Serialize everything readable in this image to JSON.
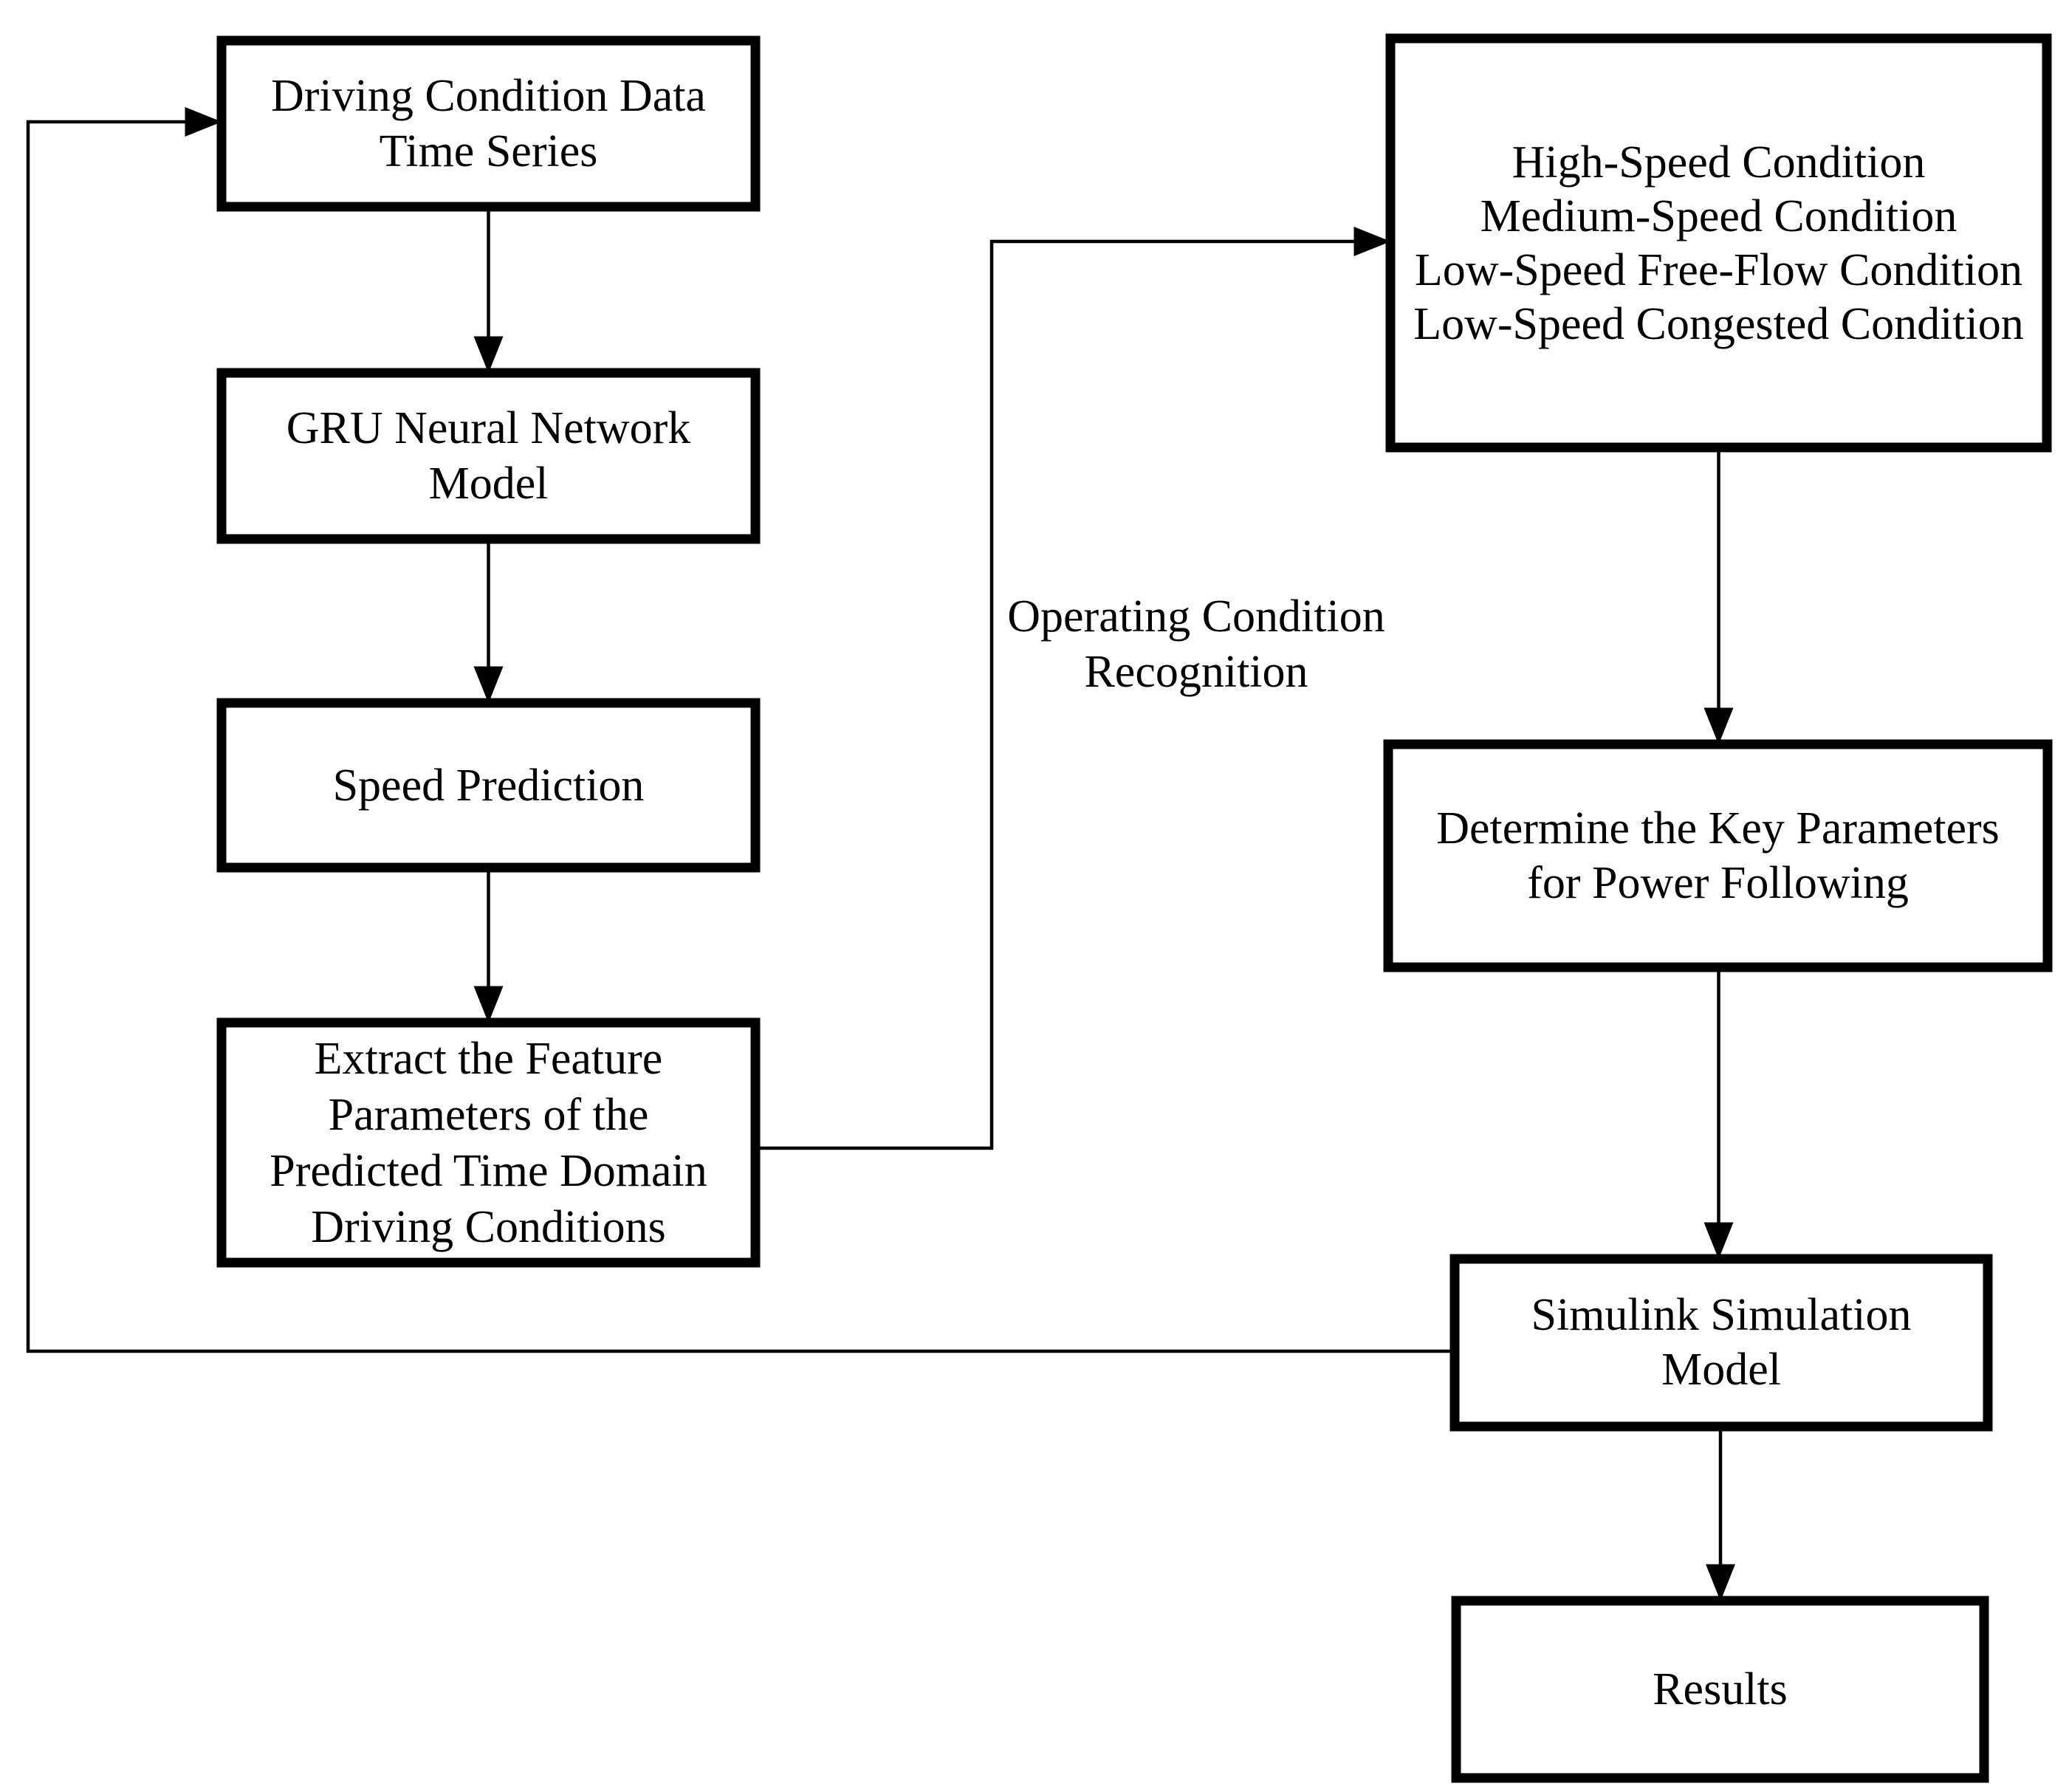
{
  "diagram": {
    "title": "Driving condition recognition and simulation flowchart",
    "colors": {
      "background": "#ffffff",
      "line": "#000000",
      "text": "#000000"
    },
    "nodes": {
      "driving_data": {
        "lines": [
          "Driving Condition Data",
          "Time Series"
        ]
      },
      "gru_model": {
        "lines": [
          "GRU Neural Network",
          "Model"
        ]
      },
      "speed_prediction": {
        "lines": [
          "Speed Prediction"
        ]
      },
      "extract_features": {
        "lines": [
          "Extract the Feature",
          "Parameters of the",
          "Predicted Time Domain",
          "Driving Conditions"
        ]
      },
      "conditions": {
        "lines": [
          "High-Speed Condition",
          "Medium-Speed Condition",
          "Low-Speed Free-Flow Condition",
          "Low-Speed Congested Condition"
        ]
      },
      "key_parameters": {
        "lines": [
          "Determine the Key Parameters",
          "for Power Following"
        ]
      },
      "simulink": {
        "lines": [
          "Simulink Simulation",
          "Model"
        ]
      },
      "results": {
        "lines": [
          "Results"
        ]
      }
    },
    "edge_label": {
      "lines": [
        "Operating Condition",
        "Recognition"
      ]
    }
  }
}
